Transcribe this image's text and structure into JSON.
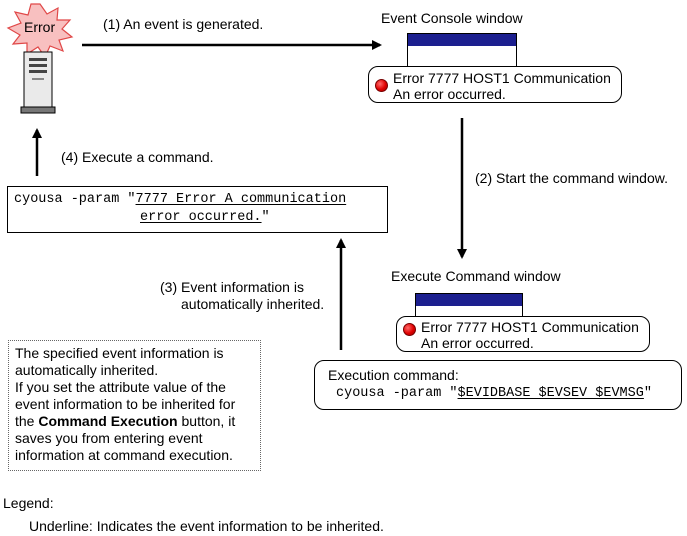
{
  "burst_label": "Error",
  "steps": {
    "step1": "(1) An event is generated.",
    "step2": "(2) Start the command window.",
    "step3_line1": "(3) Event information is",
    "step3_line2": "automatically inherited.",
    "step4": "(4) Execute a command."
  },
  "event_console": {
    "title": "Event Console window",
    "line1": "Error 7777 HOST1 Communication",
    "line2": "An error occurred."
  },
  "execute_command": {
    "title": "Execute Command window",
    "line1": "Error 7777 HOST1 Communication",
    "line2": "An error occurred.",
    "cmd_label": "Execution command:",
    "cmd_prefix": "cyousa -param \"",
    "cmd_var": "$EVIDBASE $EVSEV $EVMSG",
    "cmd_suffix": "\""
  },
  "executed": {
    "prefix": "cyousa -param \"",
    "line1_u": "7777 Error A communication",
    "line2_u": "error occurred.",
    "suffix": "\""
  },
  "note": {
    "l1": "The specified event information is",
    "l2": "automatically inherited.",
    "l3": "If you set the attribute value of the",
    "l4": "event information to be inherited for",
    "l5_pre": "the ",
    "l5_bold": "Command Execution",
    "l5_post": " button, it",
    "l6": "saves you from entering event",
    "l7": "information at command execution."
  },
  "legend": {
    "title": "Legend:",
    "text": "Underline: Indicates the event information to be inherited."
  }
}
